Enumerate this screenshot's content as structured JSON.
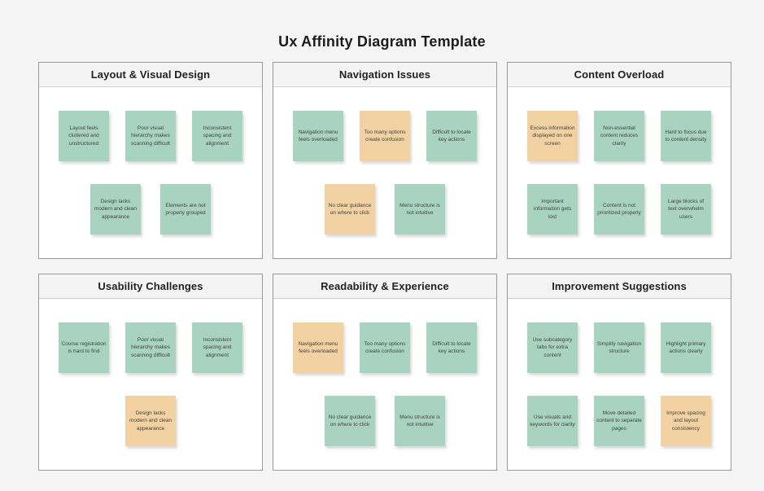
{
  "page": {
    "title": "Ux Affinity Diagram Template"
  },
  "colors": {
    "background": "#f5f5f6",
    "panel_background": "#ffffff",
    "panel_border": "#9a9a9a",
    "header_background": "#f4f4f4",
    "green_note": "#a9d3c1",
    "orange_note": "#f2d2a2",
    "note_text": "#424242"
  },
  "panels": [
    {
      "title": "Layout & Visual Design",
      "rows": [
        [
          {
            "text": "Layout feels cluttered and unstructured",
            "color": "green"
          },
          {
            "text": "Poor visual hierarchy makes scanning difficult",
            "color": "green"
          },
          {
            "text": "Inconsistent spacing and alignment",
            "color": "green"
          }
        ],
        [
          {
            "text": "Design lacks modern and clean appearance",
            "color": "green"
          },
          {
            "text": "Elements are not properly grouped",
            "color": "green"
          }
        ]
      ]
    },
    {
      "title": "Navigation Issues",
      "rows": [
        [
          {
            "text": "Navigation menu feels overloaded",
            "color": "green"
          },
          {
            "text": "Too many options create confusion",
            "color": "orange"
          },
          {
            "text": "Difficult to locate key actions",
            "color": "green"
          }
        ],
        [
          {
            "text": "No clear guidance on where to click",
            "color": "orange"
          },
          {
            "text": "Menu structure is not intuitive",
            "color": "green"
          }
        ]
      ]
    },
    {
      "title": "Content Overload",
      "rows": [
        [
          {
            "text": "Excess information displayed on one screen",
            "color": "orange"
          },
          {
            "text": "Non-essential content reduces clarity",
            "color": "green"
          },
          {
            "text": "Hard to focus due to content density",
            "color": "green"
          }
        ],
        [
          {
            "text": "Important information gets lost",
            "color": "green"
          },
          {
            "text": "Content is not prioritized properly",
            "color": "green"
          },
          {
            "text": "Large blocks of text overwhelm users",
            "color": "green"
          }
        ]
      ]
    },
    {
      "title": "Usability Challenges",
      "rows": [
        [
          {
            "text": "Course registration is hard to find",
            "color": "green"
          },
          {
            "text": "Poor visual hierarchy makes scanning difficult",
            "color": "green"
          },
          {
            "text": "Inconsistent spacing and alignment",
            "color": "green"
          }
        ],
        [
          {
            "text": "Design lacks modern and clean appearance",
            "color": "orange"
          }
        ]
      ]
    },
    {
      "title": "Readability & Experience",
      "rows": [
        [
          {
            "text": "Navigation menu feels overloaded",
            "color": "orange"
          },
          {
            "text": "Too many options create confusion",
            "color": "green"
          },
          {
            "text": "Difficult to locate key actions",
            "color": "green"
          }
        ],
        [
          {
            "text": "No clear guidance on where to click",
            "color": "green"
          },
          {
            "text": "Menu structure is not intuitive",
            "color": "green"
          }
        ]
      ]
    },
    {
      "title": "Improvement Suggestions",
      "rows": [
        [
          {
            "text": "Use subcategory tabs for extra content",
            "color": "green"
          },
          {
            "text": "Simplify navigation structure",
            "color": "green"
          },
          {
            "text": "Highlight primary actions clearly",
            "color": "green"
          }
        ],
        [
          {
            "text": "Use visuals and keywords for clarity",
            "color": "green"
          },
          {
            "text": "Move detailed content to separate pages",
            "color": "green"
          },
          {
            "text": "Improve spacing and layout consistency",
            "color": "orange"
          }
        ]
      ]
    }
  ]
}
